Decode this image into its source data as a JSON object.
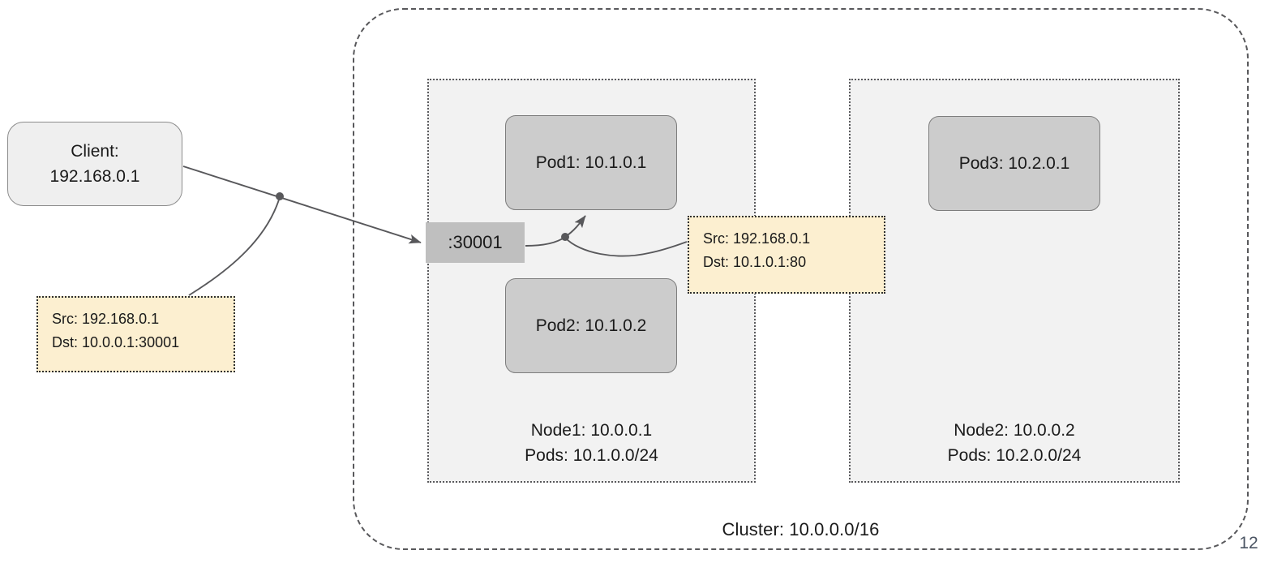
{
  "slide": {
    "page_number": "12"
  },
  "client": {
    "line1": "Client:",
    "line2": "192.168.0.1"
  },
  "cluster": {
    "label": "Cluster: 10.0.0.0/16"
  },
  "service": {
    "nodeport_label": ":30001"
  },
  "nodes": [
    {
      "name_line": "Node1: 10.0.0.1",
      "pods_line": "Pods: 10.1.0.0/24",
      "pods": [
        {
          "label": "Pod1: 10.1.0.1"
        },
        {
          "label": "Pod2: 10.1.0.2"
        }
      ]
    },
    {
      "name_line": "Node2: 10.0.0.2",
      "pods_line": "Pods: 10.2.0.0/24",
      "pods": [
        {
          "label": "Pod3: 10.2.0.1"
        }
      ]
    }
  ],
  "notes": [
    {
      "src": "Src: 192.168.0.1",
      "dst": "Dst: 10.0.0.1:30001"
    },
    {
      "src": "Src: 192.168.0.1",
      "dst": "Dst: 10.1.0.1:80"
    }
  ],
  "colors": {
    "client_fill": "#efefef",
    "node_fill": "#f2f2f2",
    "pod_fill": "#cccccc",
    "nodeport_fill": "#bfbfbf",
    "note_fill": "#fcefd0",
    "stroke": "#58585b",
    "text": "#1a1a1a"
  }
}
